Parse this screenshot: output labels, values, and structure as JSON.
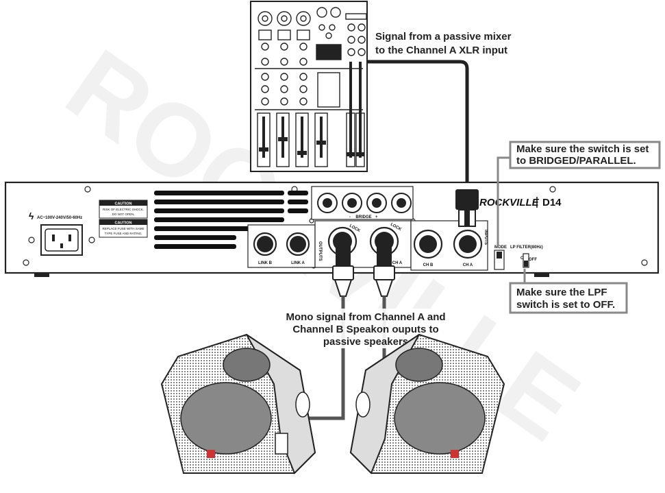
{
  "watermark": "ROCKVILLE",
  "annotations": {
    "mixer_line1": "Signal from a passive mixer",
    "mixer_line2": "to the Channel A XLR input",
    "mode_line1": "Make sure the switch is set",
    "mode_line2": "to BRIDGED/PARALLEL.",
    "lpf_line1": "Make sure the LPF",
    "lpf_line2": "switch is set to OFF.",
    "speaker_line1": "Mono signal from Channel A and",
    "speaker_line2": "Channel B Speakon ouputs to",
    "speaker_line3": "passive speakers"
  },
  "amp": {
    "brand": "ROCKVILLE",
    "model": "D14",
    "power_label": "AC~100V-240V/50-60Hz",
    "caution1_title": "CAUTION",
    "caution1_body1": "RISK OF ELECTRIC SHOCK.",
    "caution1_body2": "DO NOT OPEN.",
    "caution2_title": "CAUTION",
    "caution2_body1": "REPLACE FUSE WITH SAME",
    "caution2_body2": "TYPE FUSE AND RATING.",
    "bridge_label": "BRIDGE",
    "bridge_minus": "-",
    "bridge_plus": "+",
    "lock1": "LOCK",
    "lock2": "LOCK",
    "outputs_label": "OUTPUTS",
    "inputs_label": "INPUTS",
    "link_b": "LINK B",
    "link_a": "LINK A",
    "out_ch_a": "CH A",
    "in_ch_b": "CH B",
    "in_ch_a": "CH A",
    "mode_label": "MODE",
    "lpf_label": "LP FILTER(80Hz)",
    "lpf_on": "ON",
    "lpf_off": "OFF"
  }
}
